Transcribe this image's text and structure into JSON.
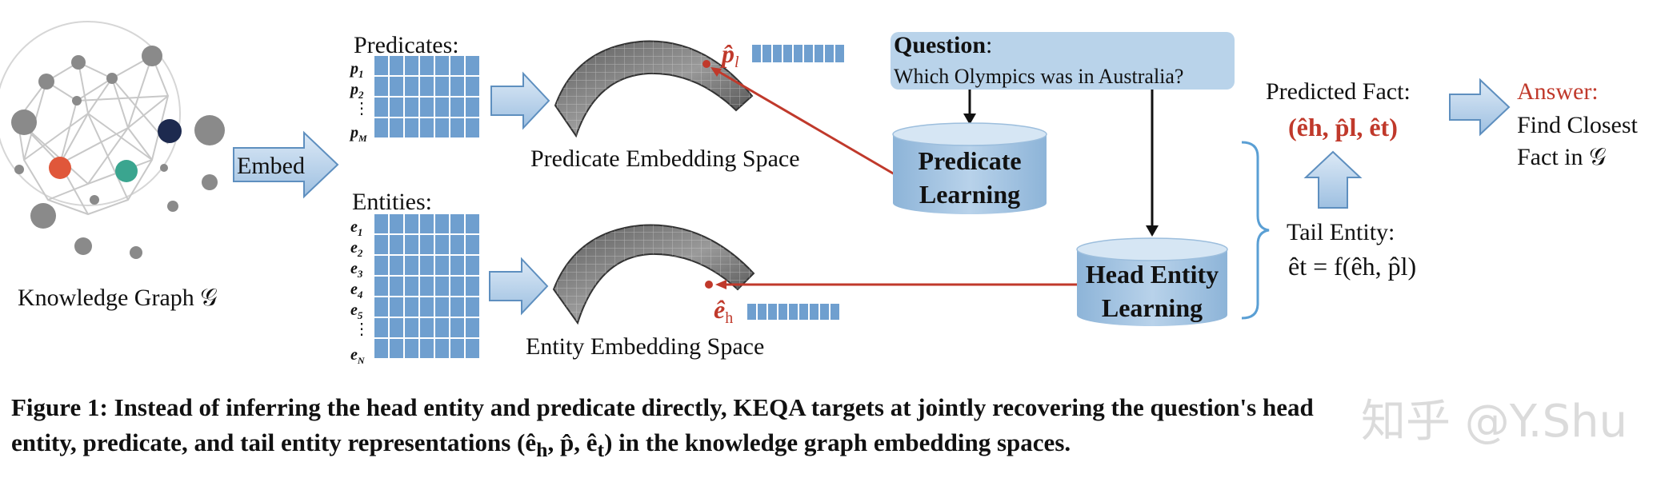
{
  "kg": {
    "label": "Knowledge Graph 𝒢"
  },
  "embed": {
    "label": "Embed"
  },
  "predicates": {
    "title": "Predicates:",
    "rows": [
      "p1",
      "p2",
      "⋮",
      "pM"
    ]
  },
  "entities": {
    "title": "Entities:",
    "rows": [
      "e1",
      "e2",
      "e3",
      "e4",
      "e5",
      "⋮",
      "eN"
    ]
  },
  "spaces": {
    "predicate": "Predicate Embedding Space",
    "entity": "Entity Embedding Space",
    "p_hat": "p̂l",
    "e_hat": "êh"
  },
  "question": {
    "label": "Question",
    "colon": ":",
    "text": "Which Olympics was in Australia?"
  },
  "modules": {
    "predicate_line1": "Predicate",
    "predicate_line2": "Learning",
    "head_line1": "Head Entity",
    "head_line2": "Learning"
  },
  "predicted_fact": {
    "label": "Predicted Fact:",
    "value": "(êh, p̂l, êt)"
  },
  "tail_entity": {
    "label": "Tail Entity:",
    "formula": "êt = f(êh, p̂l)"
  },
  "answer": {
    "label": "Answer:",
    "line1": "Find Closest",
    "line2": "Fact in 𝒢"
  },
  "caption": {
    "line1": "Figure 1: Instead of inferring the head entity and predicate directly, KEQA targets at jointly recovering the question's head",
    "line2": "entity, predicate, and tail entity representations (ê",
    "line2_sub_h": "h",
    "line2_mid": ", p̂, ê",
    "line2_sub_t": "t",
    "line2_end": ") in the knowledge graph embedding spaces.",
    "watermark": "知乎 @Y.Shu"
  },
  "colors": {
    "accent_red": "#c0392b",
    "box_blue": "#8fb6d9",
    "cell_blue": "#6f9fcf",
    "arrow_fill": "#b9d3ea",
    "cylinder_top": "#c6dcef",
    "bracket": "#5a9fd4"
  }
}
